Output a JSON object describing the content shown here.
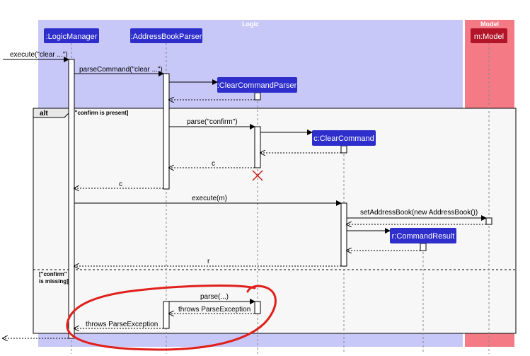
{
  "boxes": {
    "logic": "Logic",
    "model": "Model"
  },
  "participants": {
    "logic_manager": ":LogicManager",
    "address_book_parser": ":AddressBookParser",
    "clear_command_parser": ":ClearCommandParser",
    "clear_command": "c:ClearCommand",
    "command_result": "r:CommandResult",
    "model": "m:Model"
  },
  "fragment": {
    "operator": "alt",
    "guard_present": "[\"confirm is present]",
    "guard_missing_line1": "[\"confirm\"",
    "guard_missing_line2": "is missing]"
  },
  "messages": {
    "execute_clear": "execute(\"clear ...\")",
    "parse_command": "parseCommand(\"clear ...\")",
    "parse_confirm": "parse(\"confirm\")",
    "return_c_inner": "c",
    "return_c_outer": "c",
    "execute_m": "execute(m)",
    "set_address_book": "setAddressBook(new AddressBook())",
    "return_r": "r",
    "parse_ellipsis": "parse(...)",
    "throws_inner": "throws ParseException",
    "throws_outer": "throws ParseException"
  },
  "colors": {
    "logic_box": "#c8c8f8",
    "model_box": "#f47a86",
    "participant": "#2e2ecc",
    "model_participant": "#b21528",
    "annotation": "#e0201c"
  }
}
